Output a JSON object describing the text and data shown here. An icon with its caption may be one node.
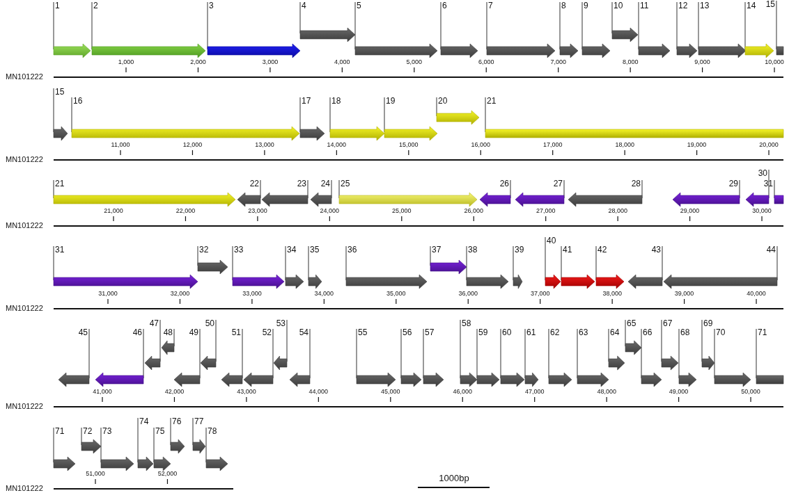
{
  "diagram": {
    "nodes": [
      {
        "text": [
          "1"
        ]
      },
      {
        "text": [
          "2"
        ]
      },
      {
        "text": [
          "3"
        ]
      },
      {
        "text": [
          "4"
        ]
      },
      {
        "text": [
          "5"
        ]
      },
      {
        "text": [
          "6"
        ]
      },
      {
        "text": [
          "7"
        ]
      },
      {
        "text": [
          "8"
        ]
      },
      {
        "text": [
          "9"
        ]
      },
      {
        "text": [
          "10"
        ]
      },
      {
        "text": [
          "11"
        ]
      },
      {
        "text": [
          "12"
        ]
      },
      {
        "text": [
          "13"
        ]
      },
      {
        "text": [
          "14"
        ]
      },
      {
        "text": [
          "15"
        ]
      },
      {
        "text": [
          "15"
        ]
      },
      {
        "text": [
          "16"
        ]
      },
      {
        "text": [
          "17"
        ]
      },
      {
        "text": [
          "18"
        ]
      },
      {
        "text": [
          "19"
        ]
      },
      {
        "text": [
          "20"
        ]
      },
      {
        "text": [
          "21"
        ]
      },
      {
        "text": [
          "21"
        ]
      },
      {
        "text": [
          "22"
        ]
      },
      {
        "text": [
          "23"
        ]
      },
      {
        "text": [
          "24"
        ]
      },
      {
        "text": [
          "25"
        ]
      },
      {
        "text": [
          "26"
        ]
      },
      {
        "text": [
          "27"
        ]
      },
      {
        "text": [
          "28"
        ]
      },
      {
        "text": [
          "29"
        ]
      },
      {
        "text": [
          "30"
        ]
      },
      {
        "text": [
          "31"
        ]
      },
      {
        "text": [
          "31"
        ]
      },
      {
        "text": [
          "32"
        ]
      },
      {
        "text": [
          "33"
        ]
      },
      {
        "text": [
          "34"
        ]
      },
      {
        "text": [
          "35"
        ]
      },
      {
        "text": [
          "36"
        ]
      },
      {
        "text": [
          "37"
        ]
      },
      {
        "text": [
          "38"
        ]
      },
      {
        "text": [
          "39"
        ]
      },
      {
        "text": [
          "40"
        ]
      },
      {
        "text": [
          "41"
        ]
      },
      {
        "text": [
          "42"
        ]
      },
      {
        "text": [
          "43"
        ]
      },
      {
        "text": [
          "44"
        ]
      },
      {
        "text": [
          "45"
        ]
      },
      {
        "text": [
          "46"
        ]
      },
      {
        "text": [
          "47"
        ]
      },
      {
        "text": [
          "48"
        ]
      },
      {
        "text": [
          "49"
        ]
      },
      {
        "text": [
          "50"
        ]
      },
      {
        "text": [
          "51"
        ]
      },
      {
        "text": [
          "52"
        ]
      },
      {
        "text": [
          "53"
        ]
      },
      {
        "text": [
          "54"
        ]
      },
      {
        "text": [
          "55"
        ]
      },
      {
        "text": [
          "56"
        ]
      },
      {
        "text": [
          "57"
        ]
      },
      {
        "text": [
          "58"
        ]
      },
      {
        "text": [
          "59"
        ]
      },
      {
        "text": [
          "60"
        ]
      },
      {
        "text": [
          "61"
        ]
      },
      {
        "text": [
          "62"
        ]
      },
      {
        "text": [
          "63"
        ]
      },
      {
        "text": [
          "64"
        ]
      },
      {
        "text": [
          "65"
        ]
      },
      {
        "text": [
          "66"
        ]
      },
      {
        "text": [
          "67"
        ]
      },
      {
        "text": [
          "68"
        ]
      },
      {
        "text": [
          "69"
        ]
      },
      {
        "text": [
          "70"
        ]
      },
      {
        "text": [
          "71"
        ]
      },
      {
        "text": [
          "71"
        ]
      },
      {
        "text": [
          "72"
        ]
      },
      {
        "text": [
          "73"
        ]
      },
      {
        "text": [
          "74"
        ]
      },
      {
        "text": [
          "75"
        ]
      },
      {
        "text": [
          "76"
        ]
      },
      {
        "text": [
          "77"
        ]
      },
      {
        "text": [
          "78"
        ]
      }
    ],
    "labels": [
      "1,000",
      "2,000",
      "3,000",
      "4,000",
      "5,000",
      "6,000",
      "7,000",
      "8,000",
      "9,000",
      "10,000",
      "MN101222",
      "11,000",
      "12,000",
      "13,000",
      "14,000",
      "15,000",
      "16,000",
      "17,000",
      "18,000",
      "19,000",
      "20,000",
      "MN101222",
      "21,000",
      "22,000",
      "23,000",
      "24,000",
      "25,000",
      "26,000",
      "27,000",
      "28,000",
      "29,000",
      "30,000",
      "MN101222",
      "31,000",
      "32,000",
      "33,000",
      "34,000",
      "35,000",
      "36,000",
      "37,000",
      "38,000",
      "39,000",
      "40,000",
      "MN101222",
      "41,000",
      "42,000",
      "43,000",
      "44,000",
      "45,000",
      "46,000",
      "47,000",
      "48,000",
      "49,000",
      "50,000",
      "MN101222",
      "51,000",
      "52,000",
      "MN101222",
      "1000bp"
    ]
  }
}
